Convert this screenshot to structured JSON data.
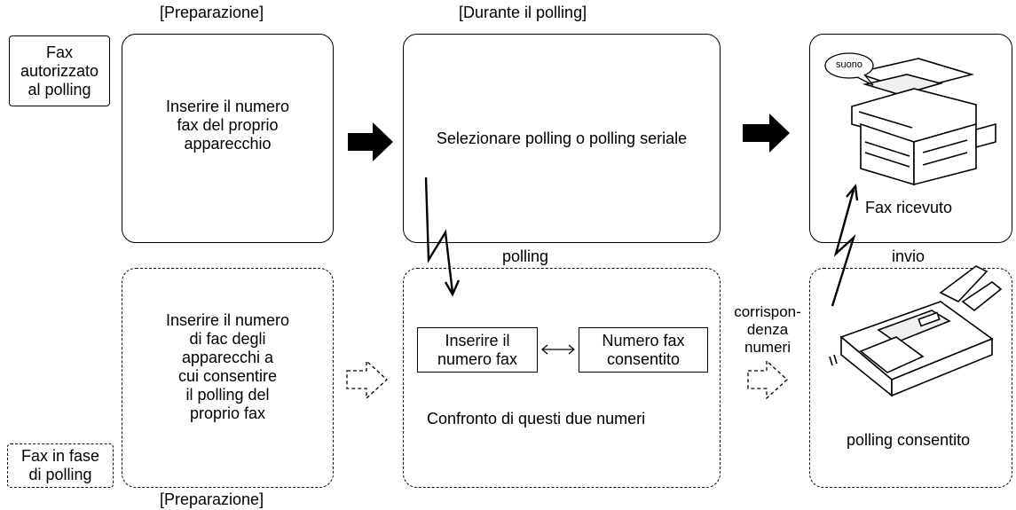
{
  "labels": {
    "top_left_header": "[Preparazione]",
    "top_mid_header": "[Durante il polling]",
    "bottom_left_footer": "[Preparazione]",
    "side_top": "Fax\nautorizzato\nal polling",
    "side_bottom": "Fax in fase\ndi polling",
    "polling": "polling",
    "invio": "invio",
    "corrispondenza": "corrispon-\ndenza\nnumeri"
  },
  "boxes": {
    "prep_top": "Inserire il numero\nfax del proprio\napparecchio",
    "during_top": "Selezionare polling o polling seriale",
    "prep_bottom": "Inserire il numero\ndi fac degli\napparecchi a\ncui consentire\nil polling del\nproprio fax",
    "compare": "Confronto di questi due numeri",
    "insert_fax": "Inserire il\nnumero fax",
    "allowed_fax": "Numero fax\nconsentito",
    "received": "Fax ricevuto",
    "allowed_polling": "polling consentito",
    "sound_bubble": "suono"
  },
  "icons": {
    "solid_arrow": "right-arrow-solid-icon",
    "dashed_arrow": "right-arrow-dashed-icon",
    "double_arrow": "left-right-arrow-icon",
    "lightning": "lightning-signal-icon",
    "copier": "copier-fax-machine-icon",
    "fax": "fax-machine-icon"
  }
}
